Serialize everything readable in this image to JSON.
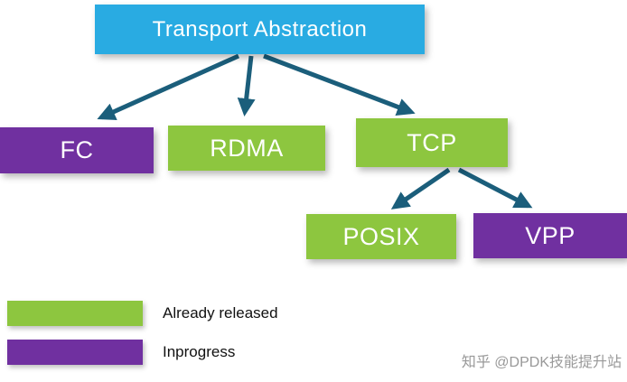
{
  "diagram": {
    "root": {
      "label": "Transport Abstraction"
    },
    "nodes": [
      {
        "id": "fc",
        "label": "FC",
        "status": "inprogress"
      },
      {
        "id": "rdma",
        "label": "RDMA",
        "status": "released"
      },
      {
        "id": "tcp",
        "label": "TCP",
        "status": "released"
      },
      {
        "id": "posix",
        "label": "POSIX",
        "status": "released"
      },
      {
        "id": "vpp",
        "label": "VPP",
        "status": "inprogress"
      }
    ],
    "edges": [
      {
        "from": "root",
        "to": "fc"
      },
      {
        "from": "root",
        "to": "rdma"
      },
      {
        "from": "root",
        "to": "tcp"
      },
      {
        "from": "tcp",
        "to": "posix"
      },
      {
        "from": "tcp",
        "to": "vpp"
      }
    ]
  },
  "legend": {
    "released_label": "Already released",
    "inprogress_label": "Inprogress"
  },
  "watermark": "知乎 @DPDK技能提升站",
  "colors": {
    "root_box": "#29ABE2",
    "released": "#8DC63F",
    "inprogress": "#7030A0",
    "arrow": "#1B5E7B"
  }
}
